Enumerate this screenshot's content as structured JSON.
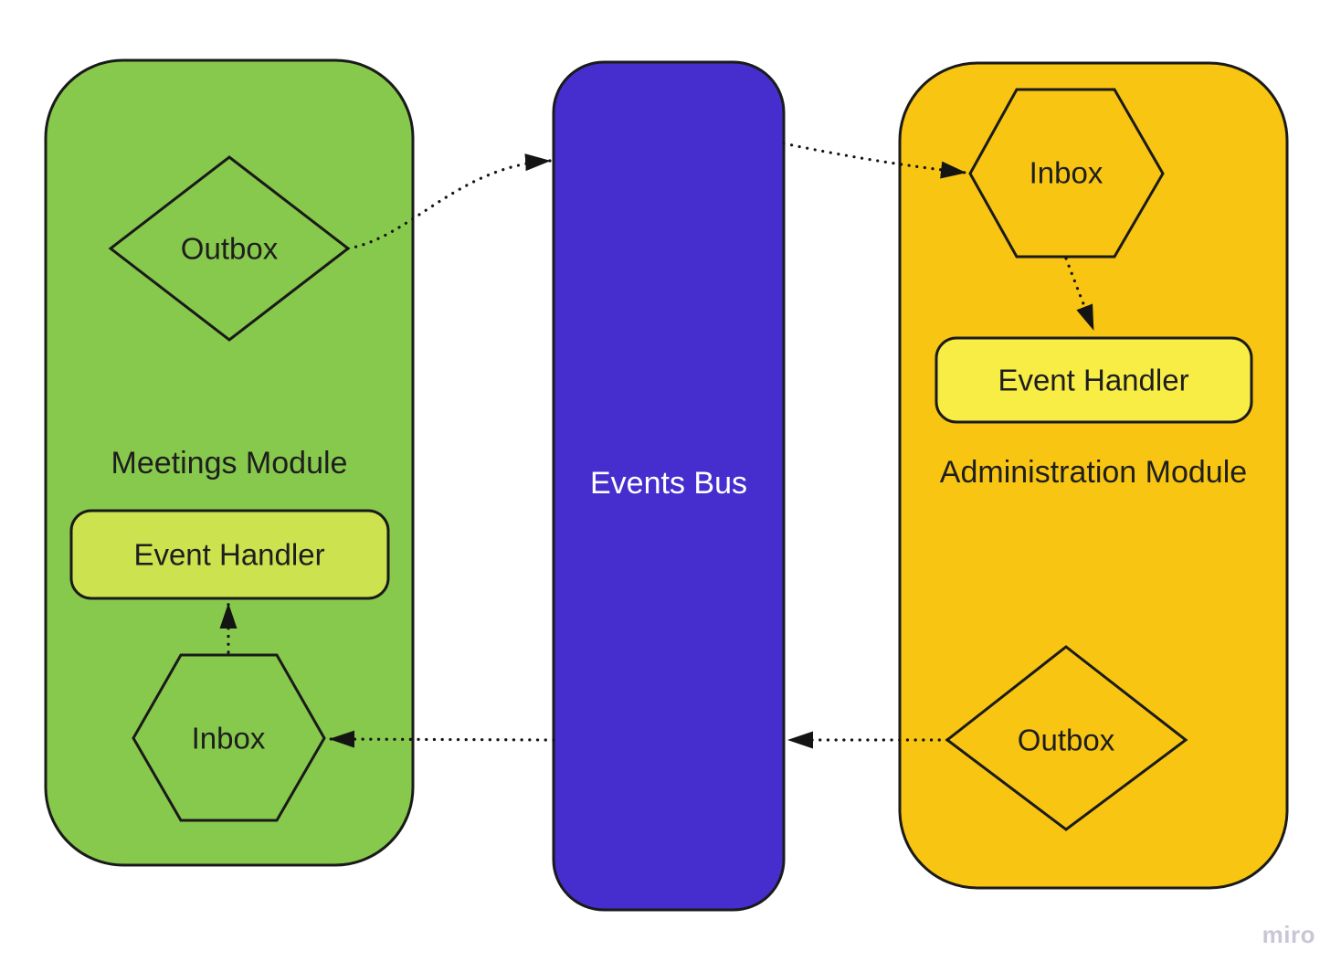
{
  "colors": {
    "module_green": "#87c94c",
    "event_handler_green": "#cce24f",
    "bus_blue": "#452dce",
    "module_orange": "#f8c512",
    "event_handler_yellow": "#f8ed45",
    "outline": "#1a1a1a",
    "text_dark": "#1e1e1e",
    "text_light": "#ffffff",
    "watermark_gray": "#c8c6d7"
  },
  "meetings_module": {
    "title": "Meetings Module",
    "outbox": "Outbox",
    "inbox": "Inbox",
    "event_handler": "Event Handler"
  },
  "events_bus": {
    "title": "Events Bus"
  },
  "administration_module": {
    "title": "Administration Module",
    "inbox": "Inbox",
    "outbox": "Outbox",
    "event_handler": "Event Handler"
  },
  "watermark": "miro"
}
